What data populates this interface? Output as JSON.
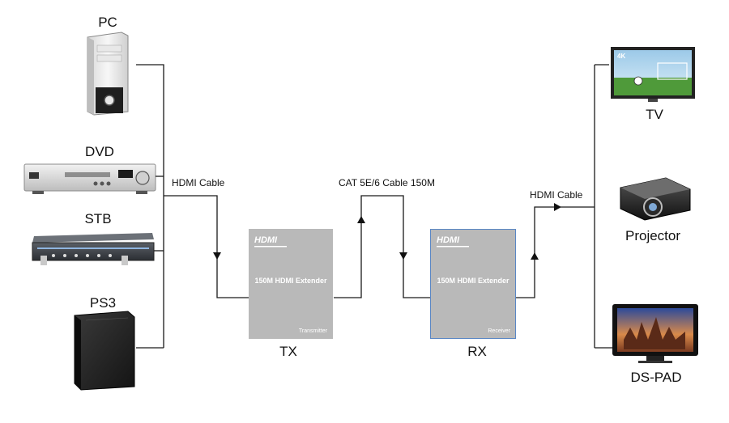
{
  "sources": {
    "pc": "PC",
    "dvd": "DVD",
    "stb": "STB",
    "ps3": "PS3"
  },
  "cables": {
    "hdmi_in": "HDMI Cable",
    "cat": "CAT 5E/6 Cable 150M",
    "hdmi_out": "HDMI Cable"
  },
  "tx": {
    "logo": "HDMI",
    "title": "150M HDMI Extender",
    "sub": "Transmitter",
    "caption": "TX"
  },
  "rx": {
    "logo": "HDMI",
    "title": "150M HDMI Extender",
    "sub": "Receiver",
    "caption": "RX"
  },
  "outputs": {
    "tv": "TV",
    "tv_badge": "4K",
    "projector": "Projector",
    "dspad": "DS-PAD"
  },
  "colors": {
    "box_fill": "#b9b9b9",
    "box_border": "#5a87c5"
  }
}
